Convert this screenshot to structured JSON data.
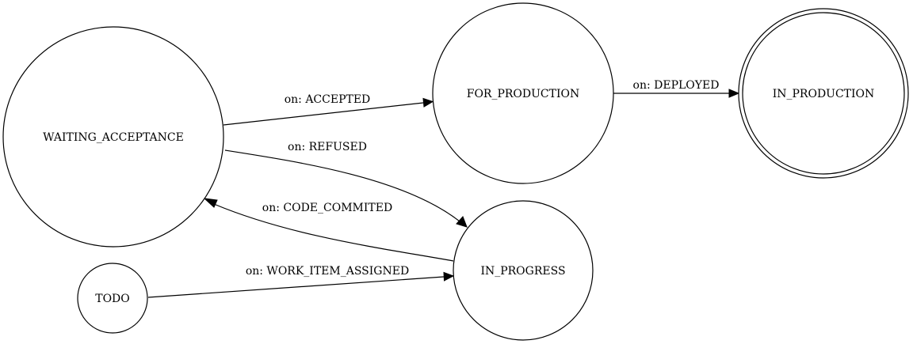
{
  "diagram": {
    "type": "state-machine",
    "states": [
      {
        "id": "waiting_acceptance",
        "label": "WAITING_ACCEPTANCE",
        "final": false
      },
      {
        "id": "for_production",
        "label": "FOR_PRODUCTION",
        "final": false
      },
      {
        "id": "in_production",
        "label": "IN_PRODUCTION",
        "final": true
      },
      {
        "id": "in_progress",
        "label": "IN_PROGRESS",
        "final": false
      },
      {
        "id": "todo",
        "label": "TODO",
        "final": false
      }
    ],
    "transitions": [
      {
        "from": "waiting_acceptance",
        "to": "for_production",
        "label": "on: ACCEPTED"
      },
      {
        "from": "for_production",
        "to": "in_production",
        "label": "on: DEPLOYED"
      },
      {
        "from": "waiting_acceptance",
        "to": "in_progress",
        "label": "on: REFUSED"
      },
      {
        "from": "in_progress",
        "to": "waiting_acceptance",
        "label": "on: CODE_COMMITED"
      },
      {
        "from": "todo",
        "to": "in_progress",
        "label": "on: WORK_ITEM_ASSIGNED"
      }
    ]
  }
}
